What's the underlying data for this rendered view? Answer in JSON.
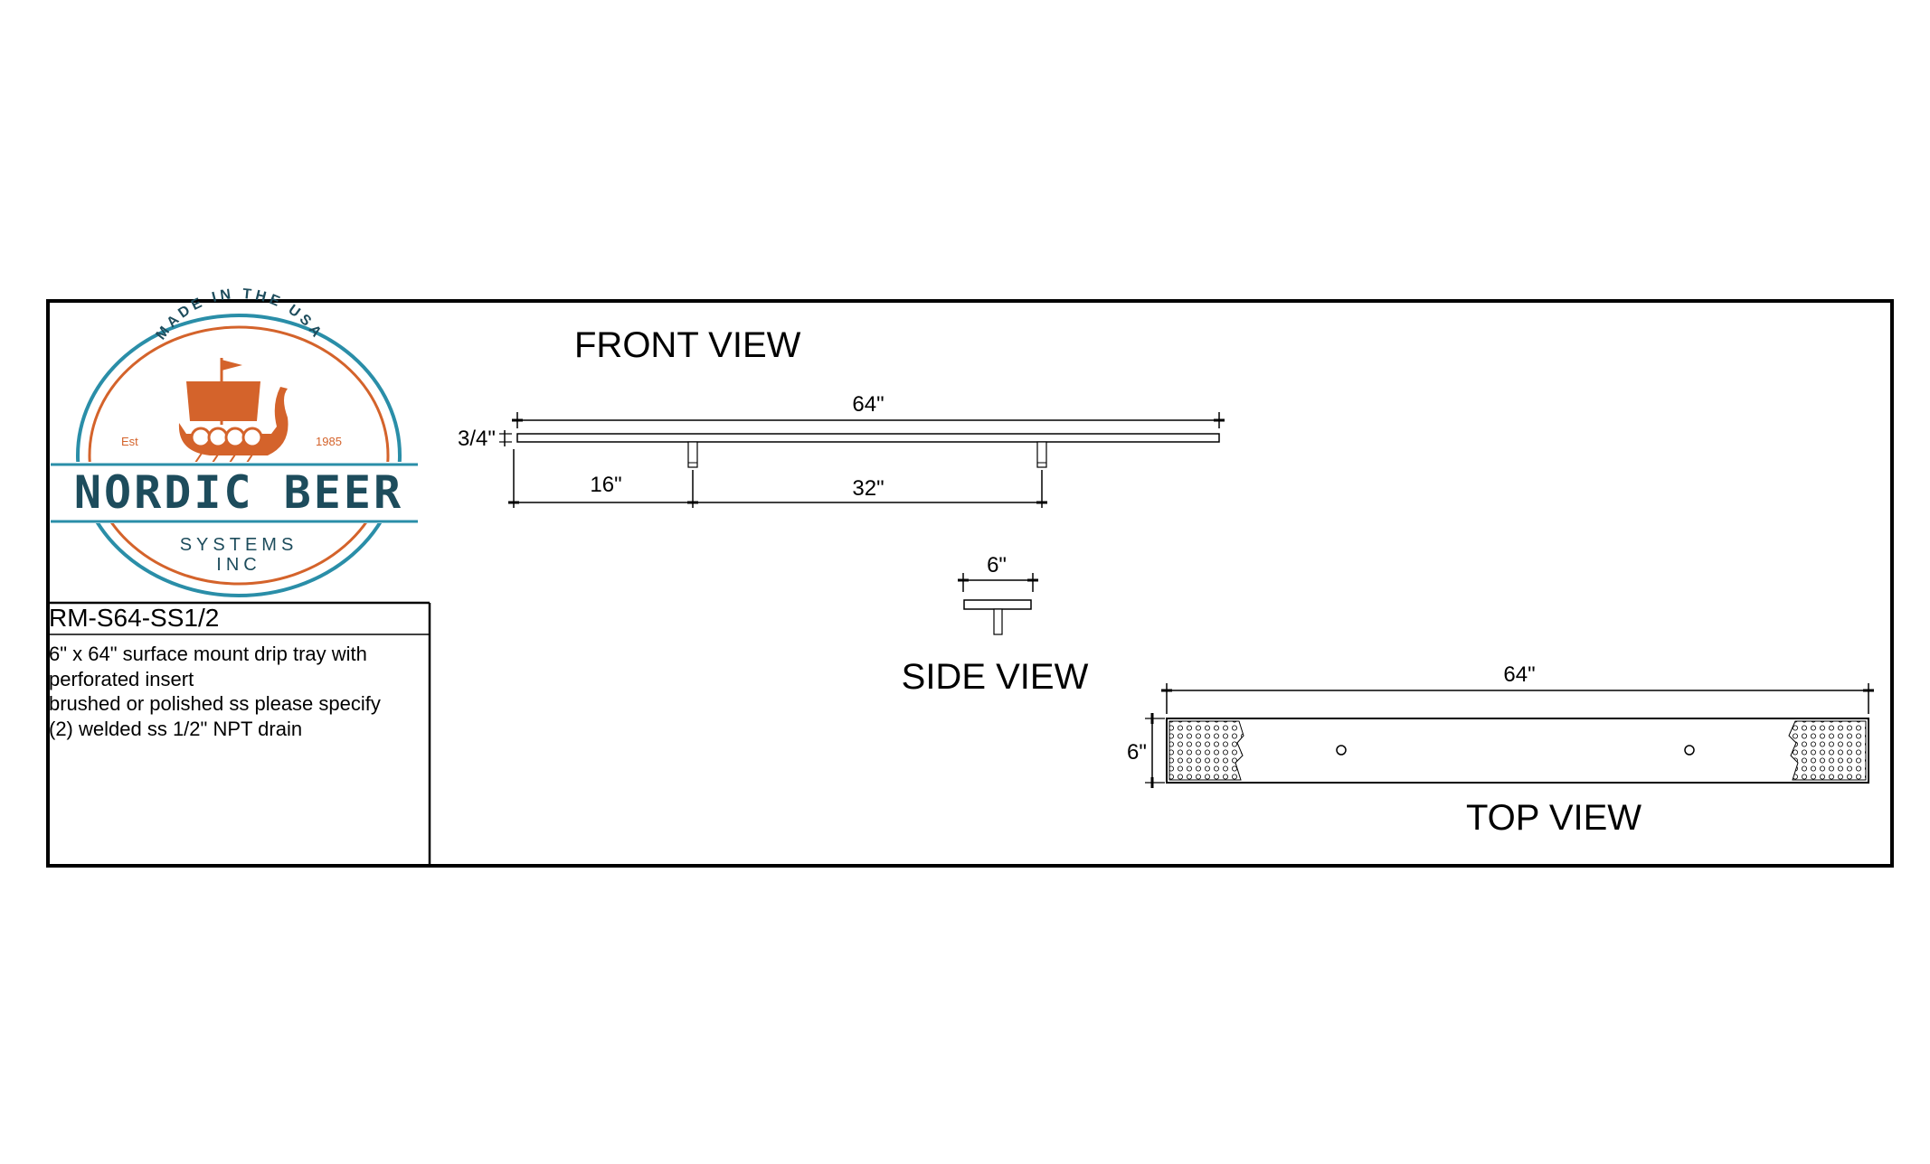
{
  "logo": {
    "arc_text": "MADE IN THE USA",
    "est_label": "Est",
    "est_year": "1985",
    "brand": "NORDIC BEER",
    "sub1": "SYSTEMS",
    "sub2": "INC",
    "colors": {
      "teal": "#2a8ea8",
      "orange": "#d4632b",
      "navy": "#1d4c5c"
    }
  },
  "title_block": {
    "part_number": "RM-S64-SS1/2",
    "description": [
      "6\" x 64\" surface mount drip tray with",
      "perforated insert",
      "brushed or polished ss please specify",
      "(2) welded ss 1/2\" NPT drain"
    ]
  },
  "views": {
    "front": {
      "title": "FRONT VIEW",
      "dim_length": "64\"",
      "dim_height": "3/4\"",
      "dim_first_drain": "16\"",
      "dim_drain_spacing": "32\""
    },
    "side": {
      "title": "SIDE VIEW",
      "dim_width": "6\""
    },
    "top": {
      "title": "TOP VIEW",
      "dim_length": "64\"",
      "dim_width": "6\""
    }
  }
}
